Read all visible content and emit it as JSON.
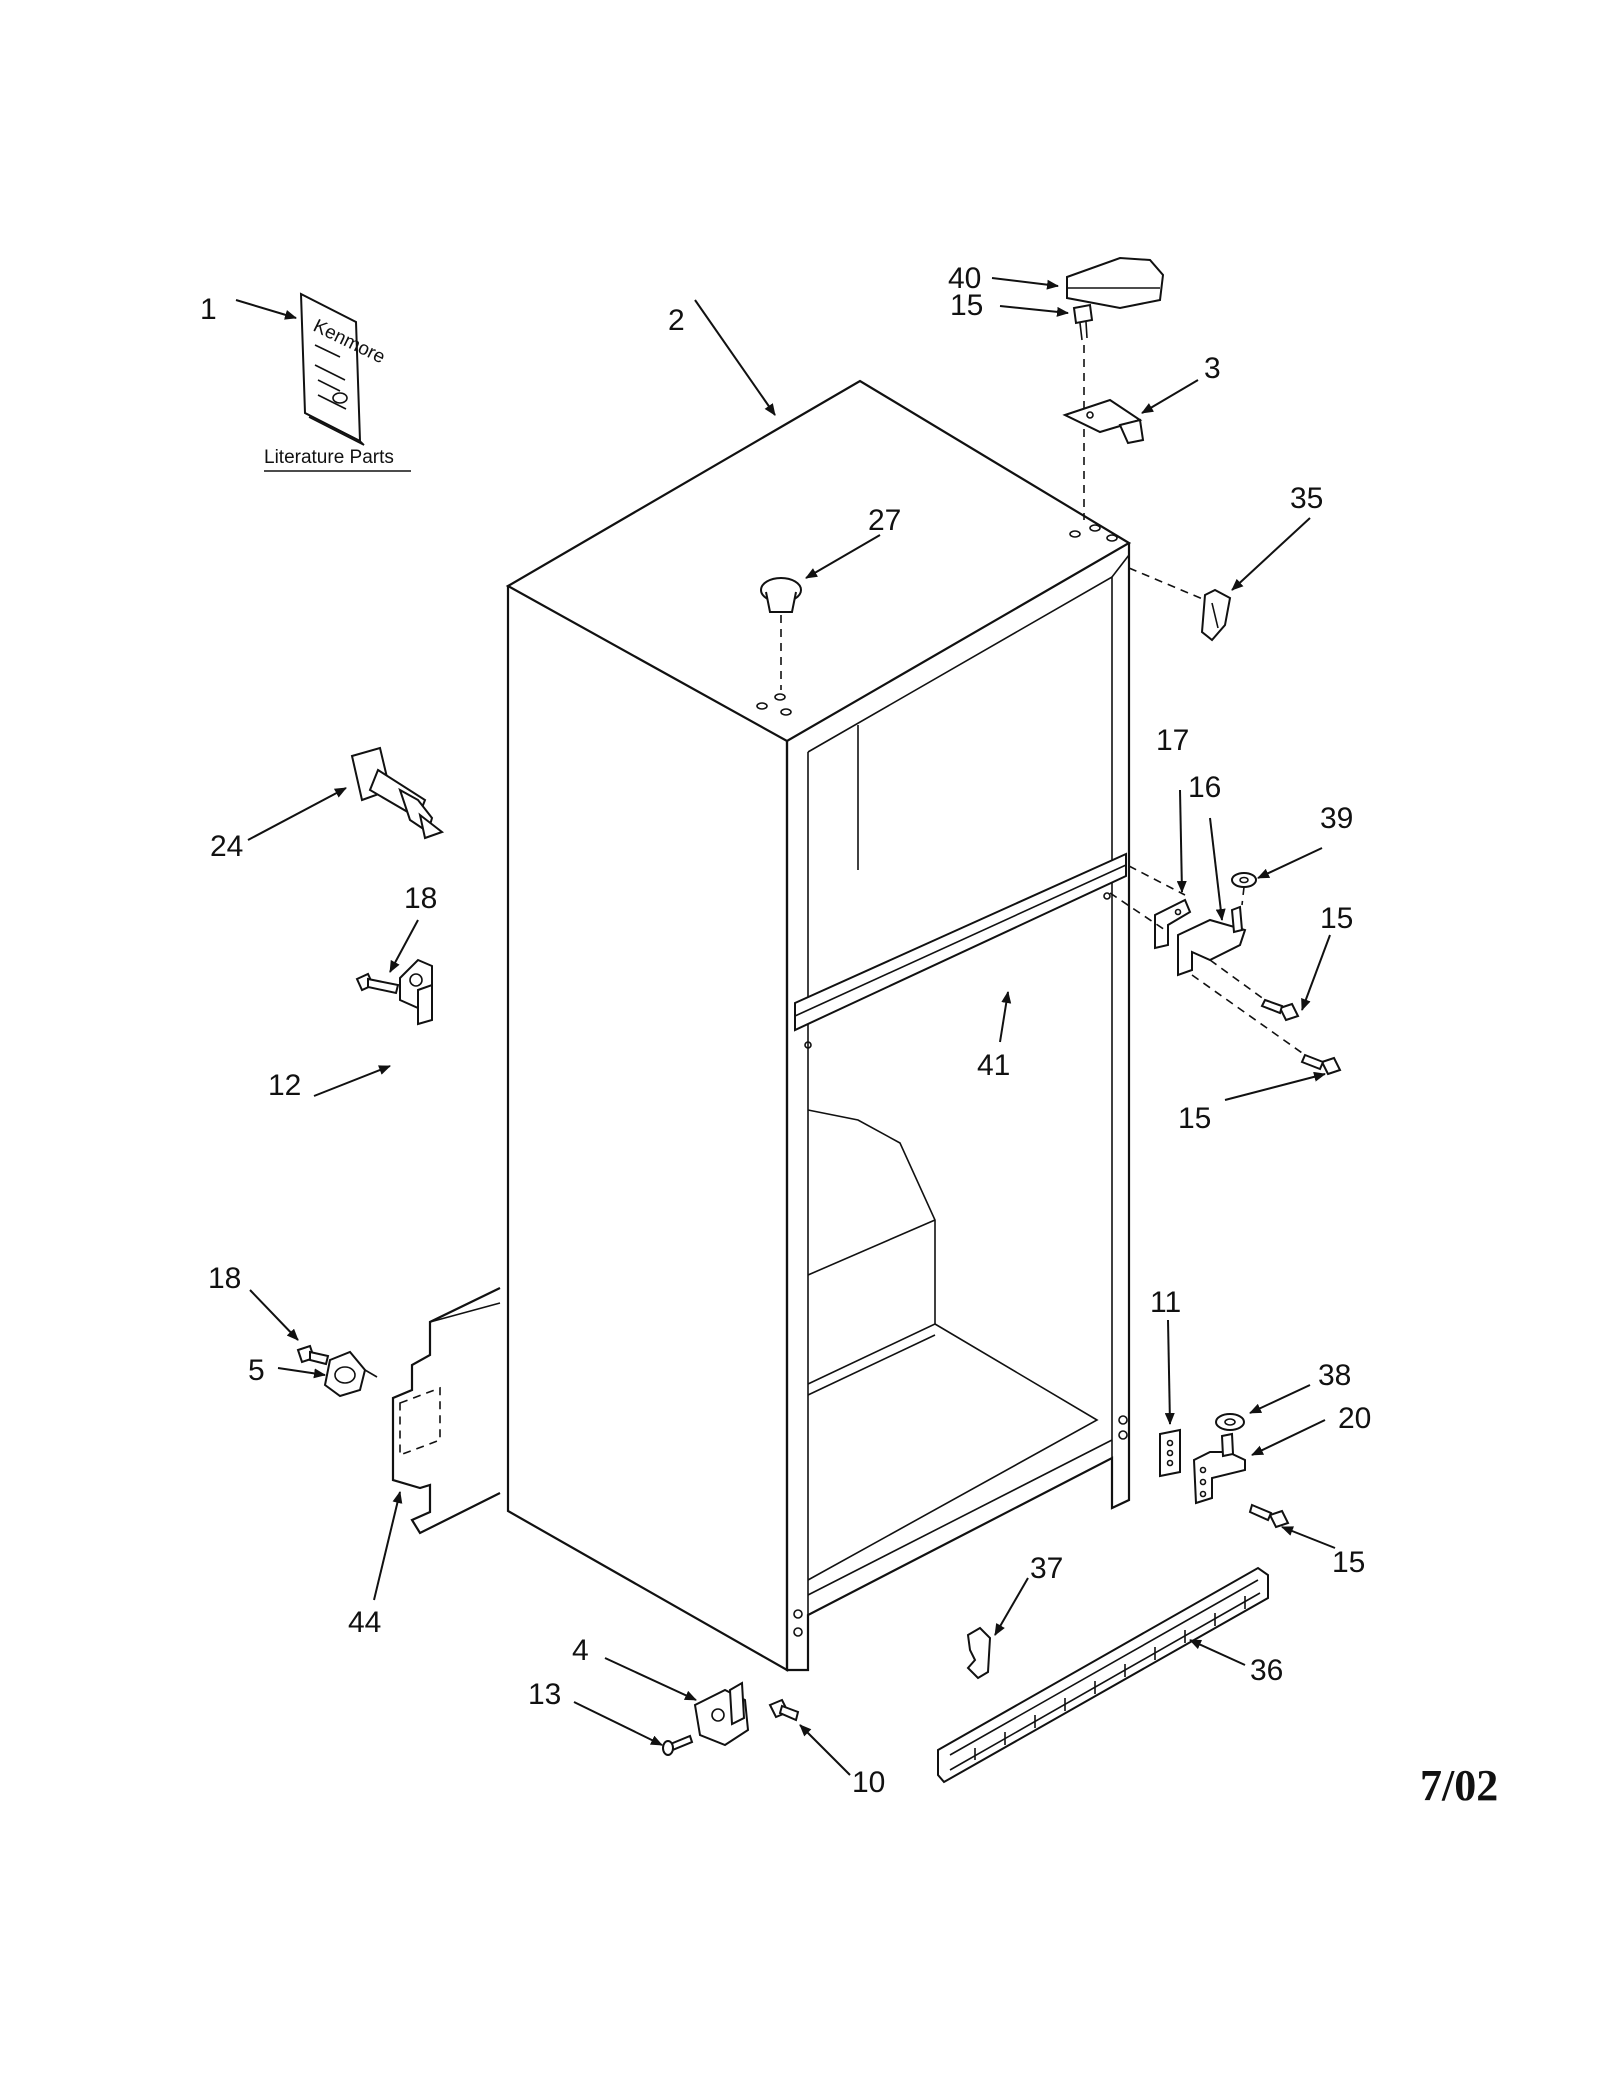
{
  "labels": {
    "l1": "1",
    "l2": "2",
    "l3": "3",
    "l4": "4",
    "l5": "5",
    "l10": "10",
    "l11": "11",
    "l12": "12",
    "l13": "13",
    "l15a": "15",
    "l15b": "15",
    "l15c": "15",
    "l15d": "15",
    "l16": "16",
    "l17": "17",
    "l18a": "18",
    "l18b": "18",
    "l20": "20",
    "l24": "24",
    "l27": "27",
    "l35": "35",
    "l36": "36",
    "l37": "37",
    "l38": "38",
    "l39": "39",
    "l40": "40",
    "l41": "41",
    "l44": "44"
  },
  "literature_parts": "Literature Parts",
  "booklet_brand": "Kenmore",
  "date_code": "7/02"
}
